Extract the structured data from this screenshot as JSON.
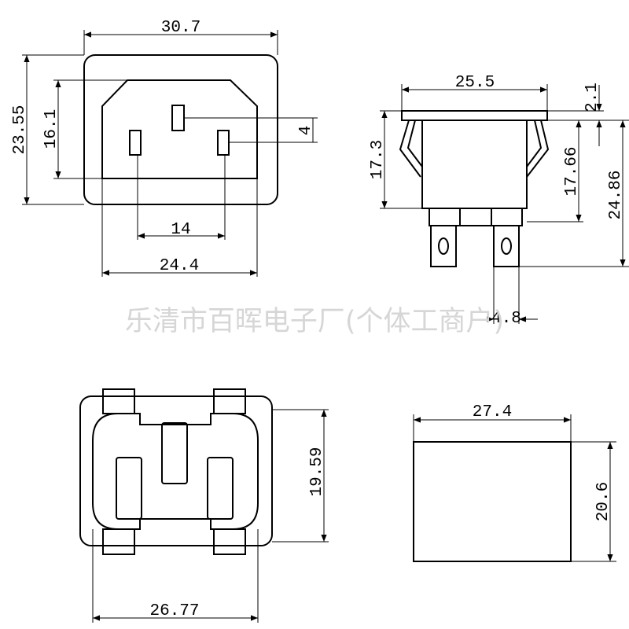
{
  "watermark": "乐清市百晖电子厂(个体工商户)",
  "front_view": {
    "width_outer": "30.7",
    "height_outer": "23.55",
    "height_inner": "16.1",
    "pin_offset": "4",
    "pin_spacing": "14",
    "width_inner": "24.4"
  },
  "side_view": {
    "width": "25.5",
    "flange": "2.1",
    "body_height": "17.3",
    "inner_height": "17.66",
    "total_height": "24.86",
    "terminal_width": "4.8"
  },
  "back_view": {
    "height": "19.59",
    "width": "26.77"
  },
  "cutout_view": {
    "width": "27.4",
    "height": "20.6"
  }
}
